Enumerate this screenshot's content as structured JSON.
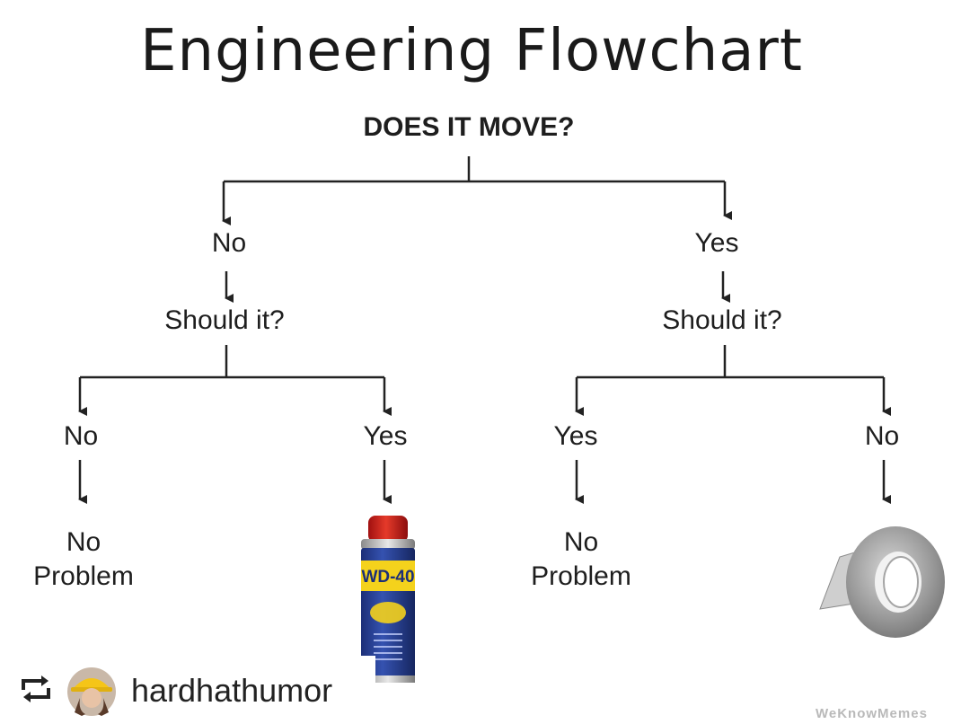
{
  "title": "Engineering Flowchart",
  "root_question": "DOES IT MOVE?",
  "branch_left": {
    "answer": "No",
    "question": "Should it?",
    "left": {
      "answer": "No",
      "result_line1": "No",
      "result_line2": "Problem"
    },
    "right": {
      "answer": "Yes",
      "result_image": "wd-40-spray-can",
      "can_label": "WD-40"
    }
  },
  "branch_right": {
    "answer": "Yes",
    "question": "Should it?",
    "left": {
      "answer": "Yes",
      "result_line1": "No",
      "result_line2": "Problem"
    },
    "right": {
      "answer": "No",
      "result_image": "duct-tape-roll"
    }
  },
  "repost": {
    "icon": "repost-icon",
    "avatar": "avatar-icon",
    "handle": "hardhathumor"
  },
  "watermark": "WeKnowMemes"
}
